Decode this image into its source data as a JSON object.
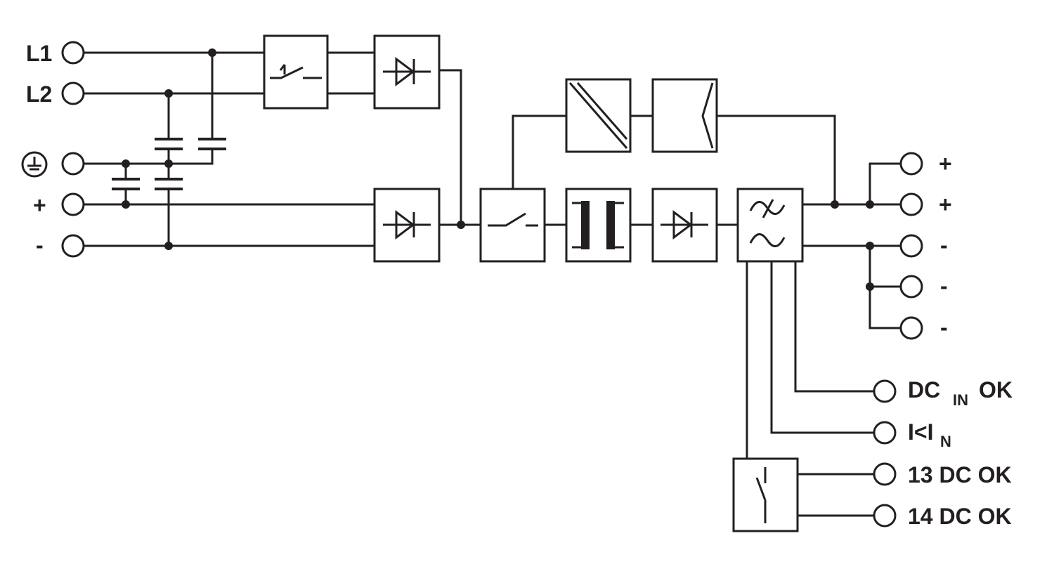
{
  "inputs": {
    "l1": "L1",
    "l2": "L2",
    "plus": "+",
    "minus": "-"
  },
  "outputs": {
    "plus_1": "+",
    "plus_2": "+",
    "minus_1": "-",
    "minus_2": "-",
    "minus_3": "-"
  },
  "signals": {
    "dc_in_ok_main": "DC",
    "dc_in_ok_sub": "IN",
    "dc_in_ok_tail": "OK",
    "i_lt_in_main": "I<I",
    "i_lt_in_sub": "N",
    "dc_ok_13": "13 DC OK",
    "dc_ok_14": "14 DC OK"
  },
  "icons": [
    "ground-icon",
    "circuit-breaker-icon",
    "rectifier-diode-icon",
    "switch-icon",
    "transformer-icon",
    "dc-dc-converter-icon",
    "battery-module-icon",
    "filter-icon",
    "relay-contact-icon",
    "capacitor-icon"
  ],
  "colors": {
    "line": "#231f20",
    "background": "#ffffff"
  }
}
